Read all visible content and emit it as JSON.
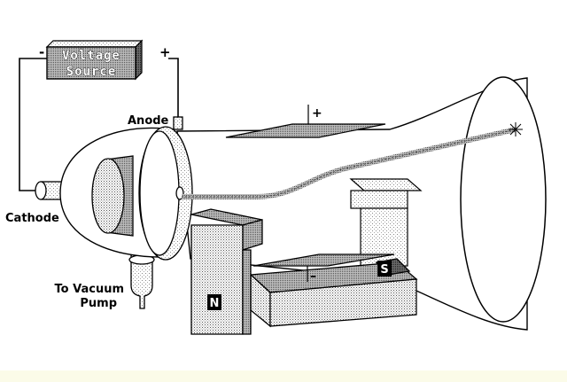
{
  "diagram": {
    "voltage_source": {
      "line1": "Voltage",
      "line2": "Source"
    },
    "terminals": {
      "negative": "-",
      "positive": "+"
    },
    "plates": {
      "top": "+",
      "bottom": "–"
    },
    "labels": {
      "anode": "Anode",
      "cathode": "Cathode",
      "pump_line1": "To Vacuum",
      "pump_line2": "Pump"
    },
    "magnet": {
      "north": "N",
      "south": "S"
    }
  }
}
